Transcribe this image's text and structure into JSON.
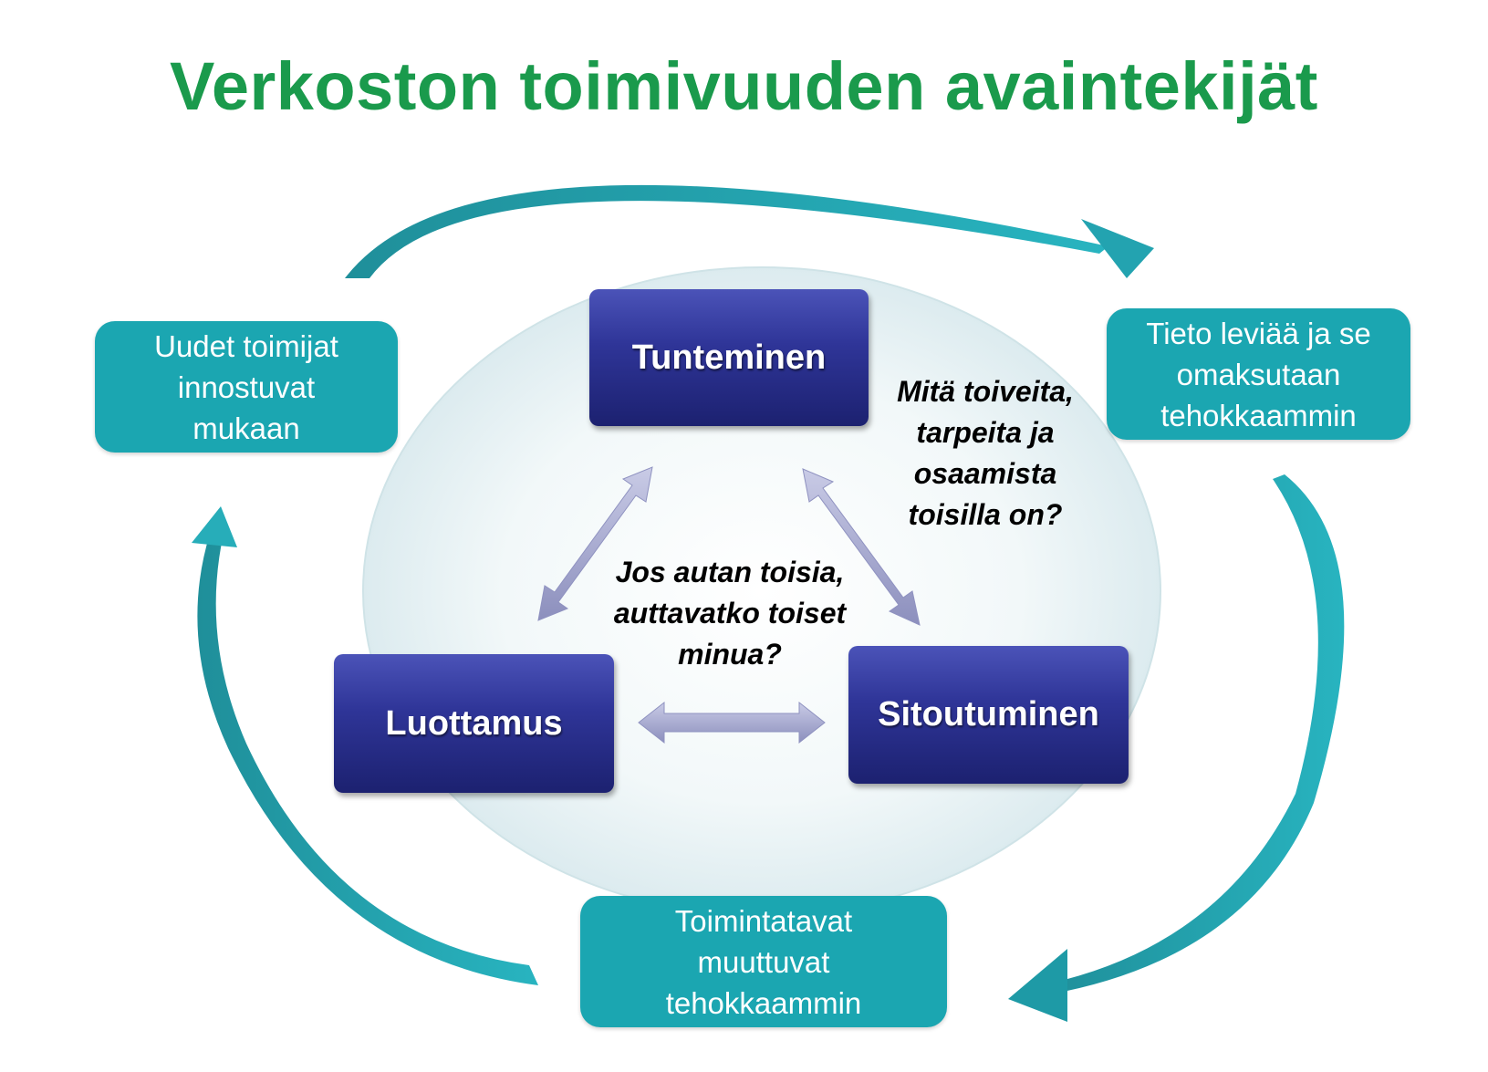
{
  "title": "Verkoston toimivuuden avaintekijät",
  "outer_nodes": {
    "top_left": "Uudet toimijat\ninnostuvat\nmukaan",
    "top_right": "Tieto leviää ja se\nomaksutaan\ntehokkaammin",
    "bottom": "Toimintatavat\nmuuttuvat\ntehokkaammin"
  },
  "inner_nodes": {
    "top": "Tunteminen",
    "left": "Luottamus",
    "right": "Sitoutuminen"
  },
  "questions": {
    "right": "Mitä toiveita,\ntarpeita ja\nosaamista\ntoisilla on?",
    "center": "Jos autan toisia,\nauttavatko toiset\nminua?"
  },
  "colors": {
    "title": "#1a9a4c",
    "teal_box": "#1ba6b1",
    "navy_box": "#2f3598",
    "ellipse": "#eef6f7"
  }
}
